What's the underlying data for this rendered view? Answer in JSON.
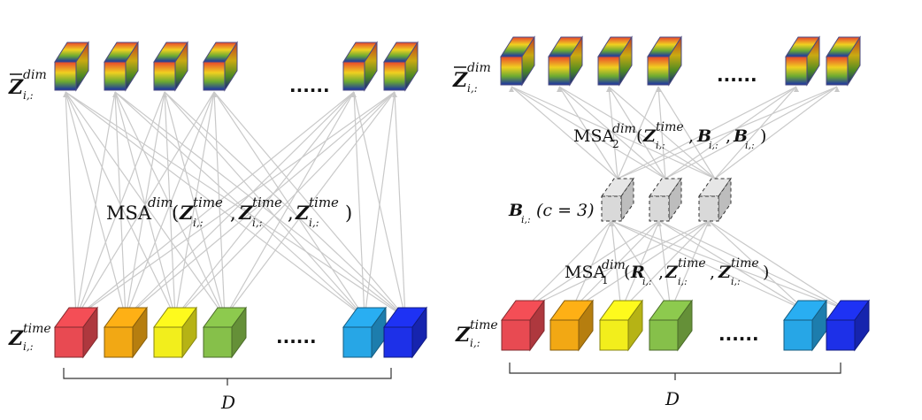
{
  "left_panel": {
    "top_label": {
      "sym": "Z",
      "sup": "dim",
      "sub": "i,:"
    },
    "bottom_label": {
      "sym": "Z",
      "sup": "time",
      "sub": "i,:"
    },
    "msa": {
      "op": "MSA",
      "sup": "dim",
      "args": [
        {
          "sym": "Z",
          "sup": "time",
          "sub": "i,:"
        },
        {
          "sym": "Z",
          "sup": "time",
          "sub": "i,:"
        },
        {
          "sym": "Z",
          "sup": "time",
          "sub": "i,:"
        }
      ]
    },
    "ellipsis_top": "......",
    "ellipsis_bottom": "......",
    "brace_label": "D"
  },
  "right_panel": {
    "top_label": {
      "sym": "Z",
      "sup": "dim",
      "sub": "i,:"
    },
    "bottom_label": {
      "sym": "Z",
      "sup": "time",
      "sub": "i,:"
    },
    "msa2": {
      "op": "MSA",
      "opsub": "2",
      "sup": "dim",
      "args": [
        {
          "sym": "Z",
          "sup": "time",
          "sub": "i,:"
        },
        {
          "sym": "B",
          "sub": "i,:"
        },
        {
          "sym": "B",
          "sub": "i,:"
        }
      ]
    },
    "router": {
      "sym": "B",
      "sub": "i,:",
      "cond": "(c = 3)"
    },
    "msa1": {
      "op": "MSA",
      "opsub": "1",
      "sup": "dim",
      "args": [
        {
          "sym": "R",
          "sub": "i,:"
        },
        {
          "sym": "Z",
          "sup": "time",
          "sub": "i,:"
        },
        {
          "sym": "Z",
          "sup": "time",
          "sub": "i,:"
        }
      ]
    },
    "ellipsis_top": "......",
    "ellipsis_bottom": "......",
    "brace_label": "D"
  },
  "colors": {
    "top_gradient": [
      "#e8452c",
      "#f0d020",
      "#6aa832",
      "#1a2fa8"
    ],
    "bottom_cubes": [
      "#e84a52",
      "#f2a814",
      "#f2ee1c",
      "#86c04a",
      "#27a6e6",
      "#1d30e8"
    ],
    "router_fill": "#d9d9d9",
    "edge": "#c9c9c9"
  }
}
